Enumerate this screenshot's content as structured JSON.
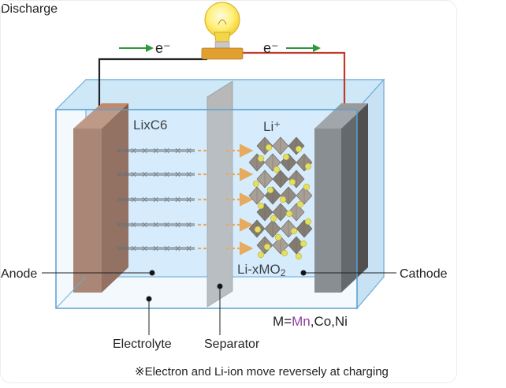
{
  "title": "Discharge",
  "electron_left": "e⁻",
  "electron_right": "e⁻",
  "anode_material": "LixC6",
  "ion_label": "Li⁺",
  "cathode_material": "Li-xMO",
  "cathode_material_sub": "2",
  "labels": {
    "anode": "Anode",
    "cathode": "Cathode",
    "electrolyte": "Electrolyte",
    "separator": "Separator"
  },
  "metals": {
    "prefix": "M=",
    "highlight": "Mn",
    "rest": ",Co,Ni"
  },
  "footnote": "※Electron and Li-ion move reversely at charging",
  "colors": {
    "tank": "#d7ecf8",
    "tank_edge": "#5aa0d0",
    "anode": "#a5735a",
    "cathode": "#7d7d7d",
    "separator": "#b4b4b4",
    "wire_left": "#222222",
    "wire_right": "#c0392b",
    "arrow_green": "#2f9a3a",
    "arrow_orange": "#f0a040",
    "li_ion": "#e8d63c",
    "highlight_text": "#8e3fa0"
  },
  "icons": {
    "bulb": "light-bulb-icon"
  }
}
